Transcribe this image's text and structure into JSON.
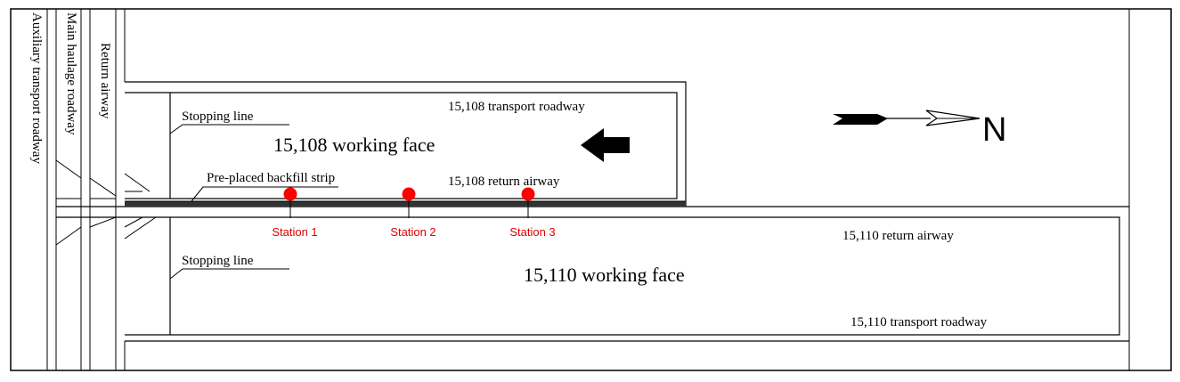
{
  "roadways": {
    "auxiliary_transport": "Auxiliary transport roadway",
    "main_haulage": "Main haulage roadway",
    "return_airway": "Return airway"
  },
  "panel_15108": {
    "working_face": "15,108 working face",
    "transport_roadway": "15,108 transport roadway",
    "return_airway": "15,108 return airway",
    "stopping_line": "Stopping line"
  },
  "panel_15110": {
    "working_face": "15,110 working face",
    "transport_roadway": "15,110 transport roadway",
    "return_airway": "15,110 return airway",
    "stopping_line": "Stopping line"
  },
  "backfill_strip": "Pre-placed backfill strip",
  "stations": [
    {
      "label": "Station 1"
    },
    {
      "label": "Station 2"
    },
    {
      "label": "Station 3"
    }
  ],
  "north_label": "N",
  "colors": {
    "station": "#ff0000",
    "station_label": "#e00000",
    "strip": "#333333"
  },
  "icons": {
    "advance_direction": "left-arrow-icon",
    "north_arrow": "north-arrow-icon"
  }
}
